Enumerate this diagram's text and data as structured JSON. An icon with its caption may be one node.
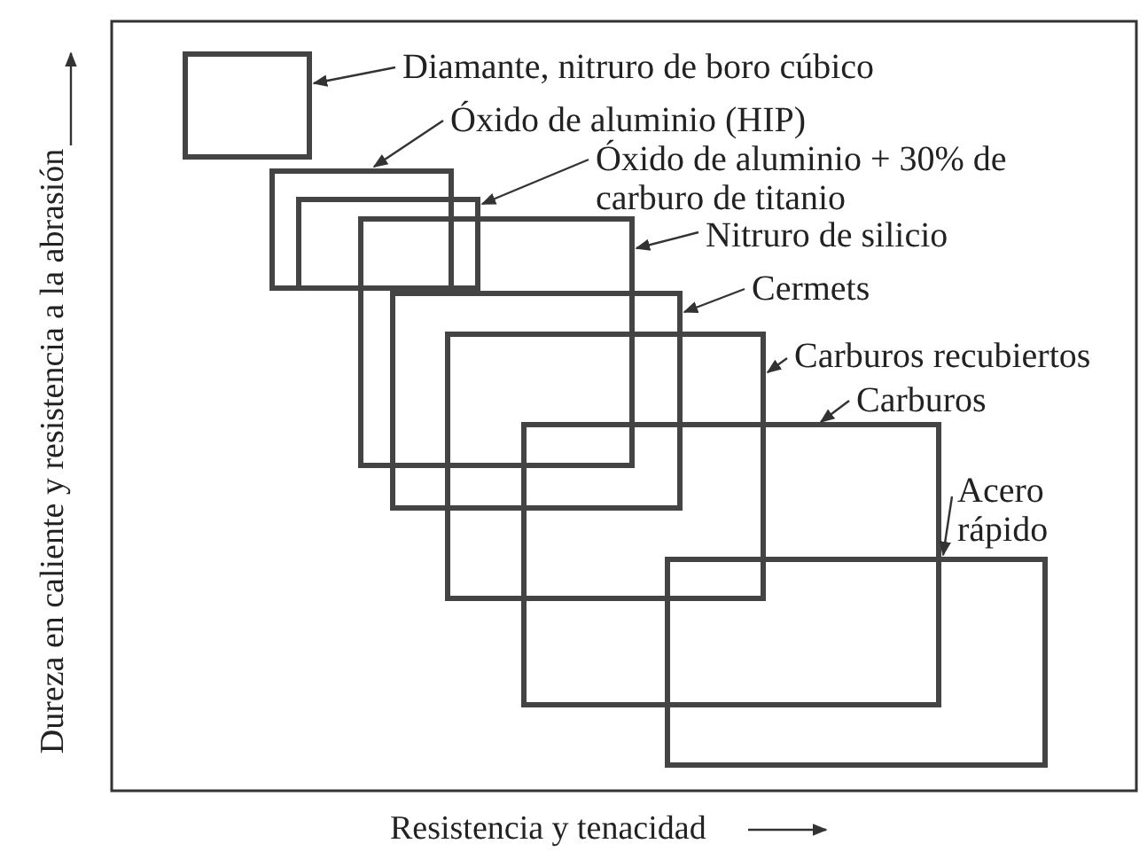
{
  "diagram": {
    "nodes": [
      {
        "text": [
          "Diamante, nitruro de boro cúbico"
        ]
      },
      {
        "text": [
          "Óxido de aluminio (HIP)"
        ]
      },
      {
        "text": [
          "Óxido de aluminio + 30% de carburo de titanio"
        ]
      },
      {
        "text": [
          "Nitruro de silicio"
        ]
      },
      {
        "text": [
          "Cermets"
        ]
      },
      {
        "text": [
          "Carburos recubiertos"
        ]
      },
      {
        "text": [
          "Carburos"
        ]
      },
      {
        "text": [
          "Acero rápido"
        ]
      },
      {
        "text": [],
        "shape": "box"
      },
      {
        "text": [],
        "shape": "box"
      },
      {
        "text": [],
        "shape": "box"
      },
      {
        "text": [],
        "shape": "box"
      },
      {
        "text": [],
        "shape": "box"
      },
      {
        "text": [],
        "shape": "box"
      },
      {
        "text": [],
        "shape": "box"
      },
      {
        "text": [],
        "shape": "box"
      }
    ],
    "edges": [
      {
        "from": 0,
        "to": 8,
        "arrow": "to"
      },
      {
        "from": 1,
        "to": 9,
        "arrow": "to"
      },
      {
        "from": 2,
        "to": 10,
        "arrow": "to"
      },
      {
        "from": 3,
        "to": 11,
        "arrow": "to"
      },
      {
        "from": 4,
        "to": 12,
        "arrow": "to"
      },
      {
        "from": 5,
        "to": 13,
        "arrow": "to"
      },
      {
        "from": 6,
        "to": 14,
        "arrow": "to"
      },
      {
        "from": 7,
        "to": 15,
        "arrow": "to"
      }
    ],
    "labels": [
      "Dureza en caliente y resistencia a la abrasión",
      "Resistencia y tenacidad"
    ]
  }
}
